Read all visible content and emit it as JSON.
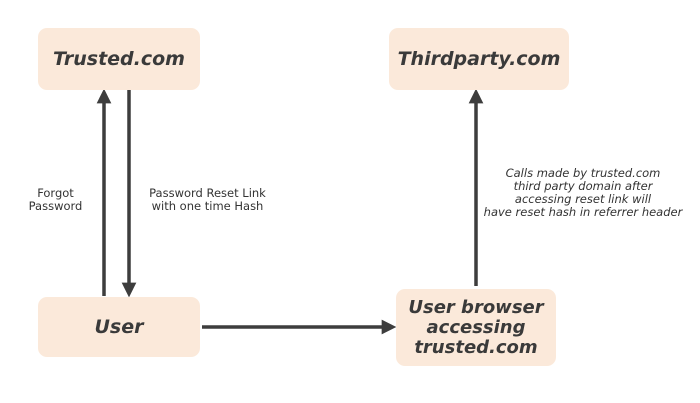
{
  "nodes": {
    "trusted": "Trusted.com",
    "thirdparty": "Thirdparty.com",
    "user": "User",
    "browser_lines": [
      "User browser",
      "accessing",
      "trusted.com"
    ]
  },
  "edges": {
    "forgot_lines": [
      "Forgot",
      "Password"
    ],
    "reset_lines": [
      "Password Reset Link",
      "with one time Hash"
    ],
    "calls_lines": [
      "Calls made by trusted.com",
      "third party domain after",
      "accessing reset link will",
      "have reset hash in referrer header"
    ]
  },
  "colors": {
    "node_fill": "#fbe9da",
    "arrow": "#3d3d3d",
    "text": "#3a3a3a"
  }
}
